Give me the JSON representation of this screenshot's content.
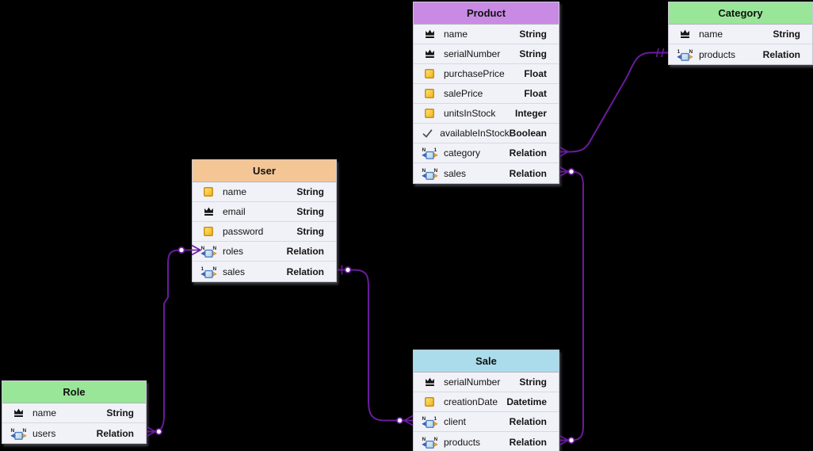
{
  "diagram": {
    "type": "entity-relationship",
    "background_color": "#000000",
    "connector_color": "#6a1b9e",
    "row_background_color": "#f1f1f8"
  },
  "tables": [
    {
      "name": "Product",
      "header_color": "#c98ae3",
      "fields": [
        {
          "icon": "crown-icon",
          "name": "name",
          "type": "String"
        },
        {
          "icon": "crown-icon",
          "name": "serialNumber",
          "type": "String"
        },
        {
          "icon": "field-icon",
          "name": "purchasePrice",
          "type": "Float"
        },
        {
          "icon": "field-icon",
          "name": "salePrice",
          "type": "Float"
        },
        {
          "icon": "field-icon",
          "name": "unitsInStock",
          "type": "Integer"
        },
        {
          "icon": "check-icon",
          "name": "availableInStock",
          "type": "Boolean"
        },
        {
          "icon": "relation-icon",
          "rel_left": "N",
          "rel_right": "1",
          "name": "category",
          "type": "Relation"
        },
        {
          "icon": "relation-icon",
          "rel_left": "N",
          "rel_right": "N",
          "name": "sales",
          "type": "Relation"
        }
      ]
    },
    {
      "name": "Category",
      "header_color": "#99e699",
      "fields": [
        {
          "icon": "crown-icon",
          "name": "name",
          "type": "String"
        },
        {
          "icon": "relation-icon",
          "rel_left": "1",
          "rel_right": "N",
          "name": "products",
          "type": "Relation"
        }
      ]
    },
    {
      "name": "User",
      "header_color": "#f4c695",
      "fields": [
        {
          "icon": "field-icon",
          "name": "name",
          "type": "String"
        },
        {
          "icon": "crown-icon",
          "name": "email",
          "type": "String"
        },
        {
          "icon": "field-icon",
          "name": "password",
          "type": "String"
        },
        {
          "icon": "relation-icon",
          "rel_left": "N",
          "rel_right": "N",
          "name": "roles",
          "type": "Relation"
        },
        {
          "icon": "relation-icon",
          "rel_left": "1",
          "rel_right": "N",
          "name": "sales",
          "type": "Relation"
        }
      ]
    },
    {
      "name": "Role",
      "header_color": "#99e699",
      "fields": [
        {
          "icon": "crown-icon",
          "name": "name",
          "type": "String"
        },
        {
          "icon": "relation-icon",
          "rel_left": "N",
          "rel_right": "N",
          "name": "users",
          "type": "Relation"
        }
      ]
    },
    {
      "name": "Sale",
      "header_color": "#aadceb",
      "fields": [
        {
          "icon": "crown-icon",
          "name": "serialNumber",
          "type": "String"
        },
        {
          "icon": "field-icon",
          "name": "creationDate",
          "type": "Datetime"
        },
        {
          "icon": "relation-icon",
          "rel_left": "N",
          "rel_right": "1",
          "name": "client",
          "type": "Relation"
        },
        {
          "icon": "relation-icon",
          "rel_left": "N",
          "rel_right": "N",
          "name": "products",
          "type": "Relation"
        }
      ]
    }
  ],
  "connections": [
    {
      "from": "Product.category",
      "to": "Category.products",
      "from_cardinality": "many",
      "to_cardinality": "one"
    },
    {
      "from": "Product.sales",
      "to": "Sale.products",
      "from_cardinality": "many",
      "to_cardinality": "many"
    },
    {
      "from": "User.roles",
      "to": "Role.users",
      "from_cardinality": "many",
      "to_cardinality": "many"
    },
    {
      "from": "User.sales",
      "to": "Sale.client",
      "from_cardinality": "one",
      "to_cardinality": "many"
    }
  ]
}
